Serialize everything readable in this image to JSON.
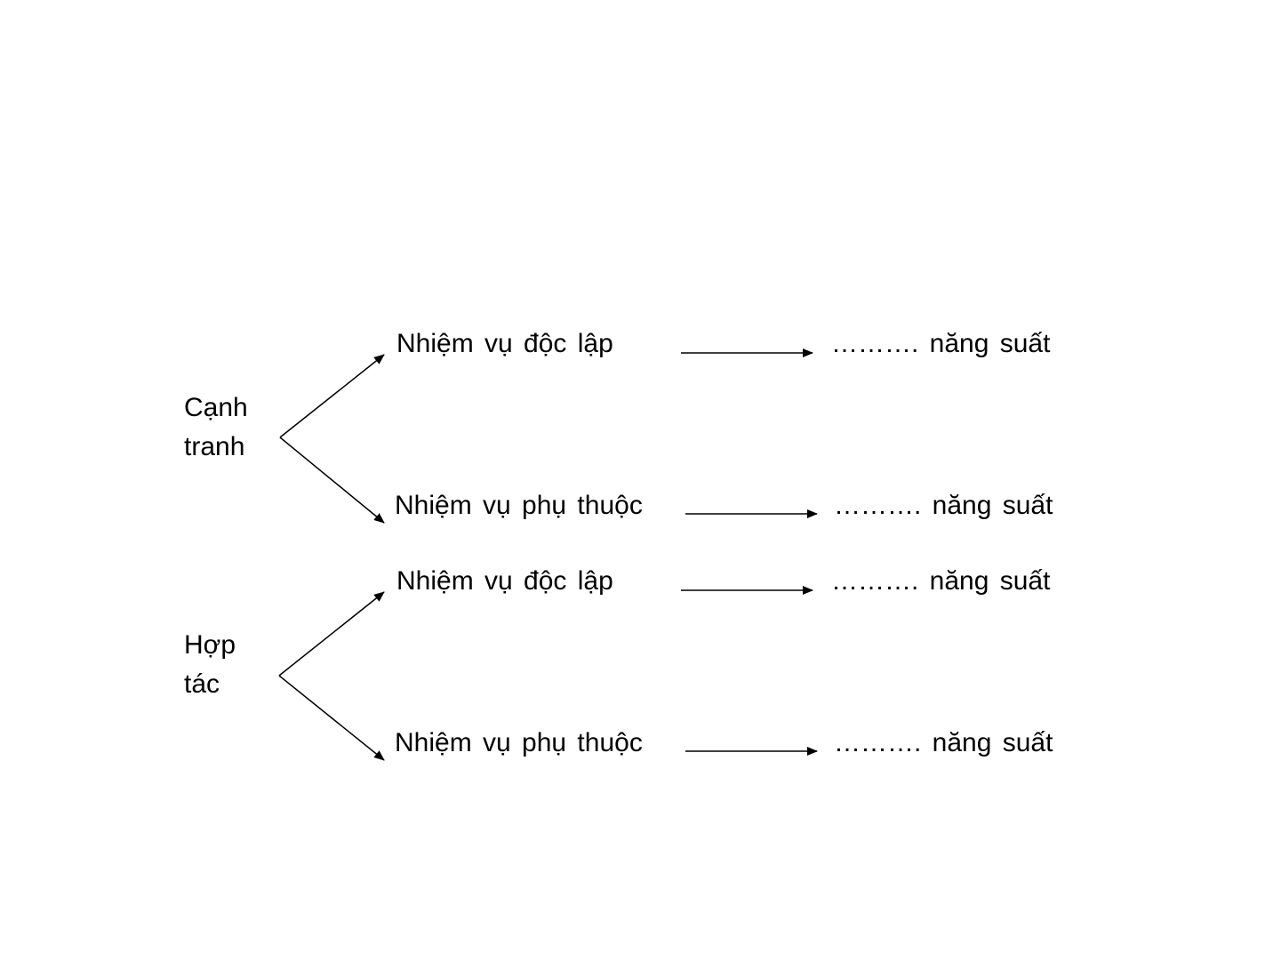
{
  "diagram": {
    "groups": [
      {
        "label_line1": "Cạnh",
        "label_line2": "tranh",
        "branches": [
          {
            "task": "Nhiệm vụ độc lập",
            "result": "………. năng suất"
          },
          {
            "task": "Nhiệm vụ phụ thuộc",
            "result": "………. năng suất"
          }
        ]
      },
      {
        "label_line1": "Hợp",
        "label_line2": "tác",
        "branches": [
          {
            "task": "Nhiệm vụ độc lập",
            "result": "………. năng suất"
          },
          {
            "task": "Nhiệm vụ phụ thuộc",
            "result": "………. năng suất"
          }
        ]
      }
    ],
    "colors": {
      "stroke": "#000000",
      "background": "#ffffff"
    }
  }
}
